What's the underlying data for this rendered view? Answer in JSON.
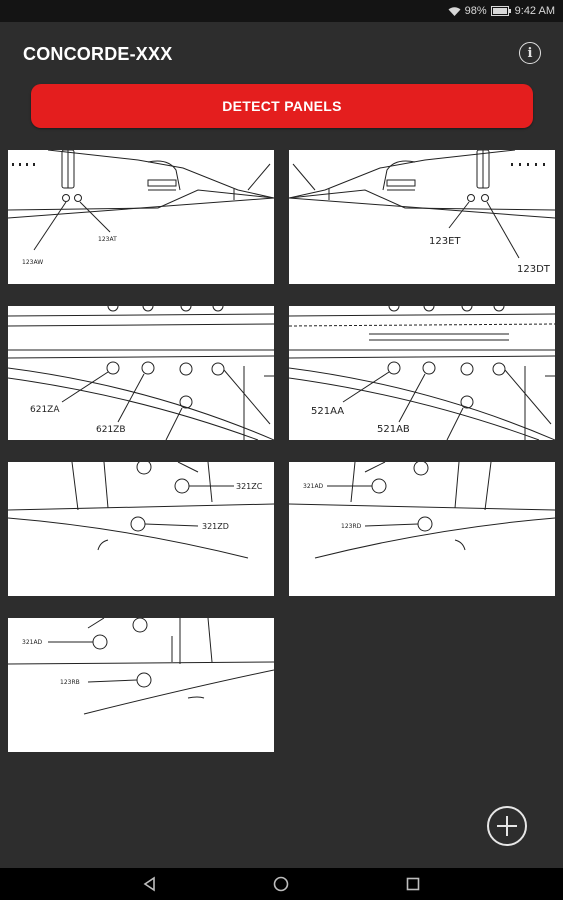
{
  "status_bar": {
    "battery": "98%",
    "time": "9:42 AM",
    "icons": [
      "wifi-icon",
      "battery-icon"
    ]
  },
  "app_bar": {
    "title": "CONCORDE-XXX",
    "info_icon_glyph": "i"
  },
  "detect_button": {
    "label": "DETECT PANELS",
    "color": "#e41e1e"
  },
  "panels": [
    {
      "labels": [
        "123AW",
        "123AT"
      ]
    },
    {
      "labels": [
        "123ET",
        "123DT"
      ]
    },
    {
      "labels": [
        "621ZA",
        "621ZB"
      ]
    },
    {
      "labels": [
        "521AA",
        "521AB"
      ]
    },
    {
      "labels": [
        "321ZC",
        "321ZD"
      ]
    },
    {
      "labels": [
        "321AD",
        "123RD"
      ]
    },
    {
      "labels": [
        "321AD",
        "123RB"
      ]
    }
  ],
  "nav_bar": {
    "icons": [
      "back-icon",
      "home-icon",
      "recents-icon"
    ]
  }
}
